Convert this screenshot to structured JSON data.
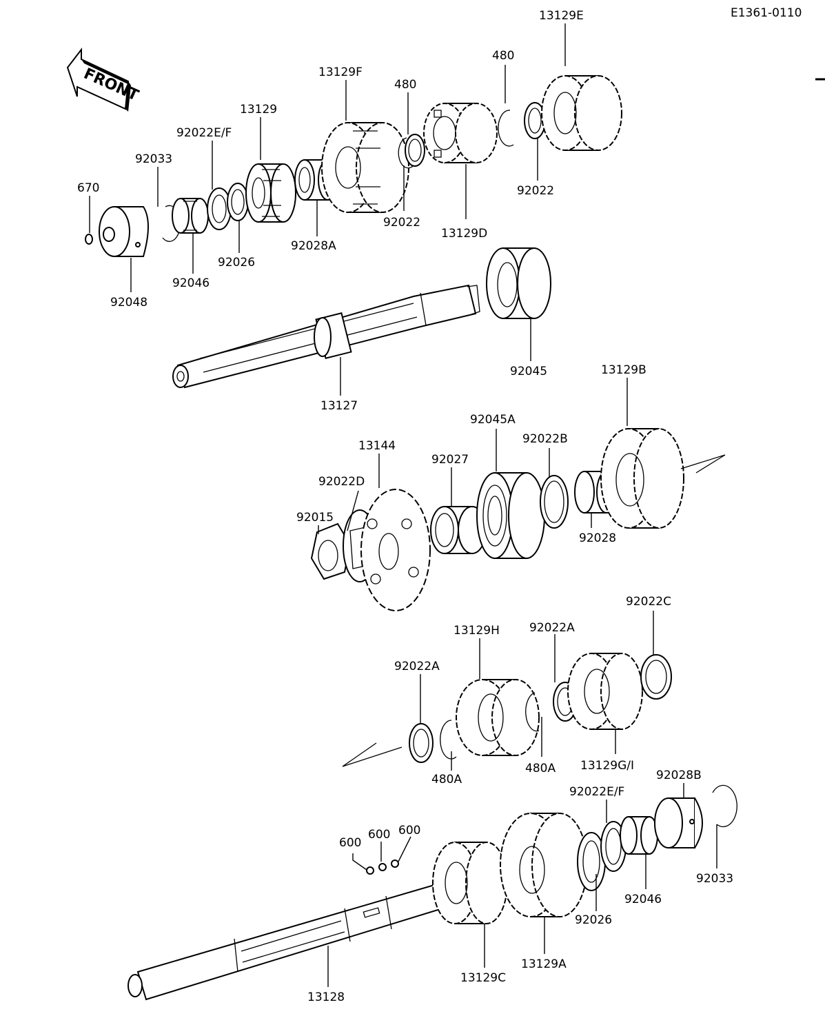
{
  "diagram_code": "E1361-0110",
  "front_label": "FRONT",
  "labels": {
    "l_13129E": "13129E",
    "l_480_top": "480",
    "l_13129F": "13129F",
    "l_480_mid": "480",
    "l_13129": "13129",
    "l_92022EF_top": "92022E/F",
    "l_92033_top": "92033",
    "l_670": "670",
    "l_92022_right": "92022",
    "l_92022_mid": "92022",
    "l_13129D": "13129D",
    "l_92028A": "92028A",
    "l_92026_top": "92026",
    "l_92046_top": "92046",
    "l_92048": "92048",
    "l_92045": "92045",
    "l_13127": "13127",
    "l_13129B": "13129B",
    "l_92045A": "92045A",
    "l_92022B": "92022B",
    "l_13144": "13144",
    "l_92027": "92027",
    "l_92022D": "92022D",
    "l_92015": "92015",
    "l_92028": "92028",
    "l_92022C": "92022C",
    "l_13129H": "13129H",
    "l_92022A_right": "92022A",
    "l_92022A_left": "92022A",
    "l_480A_right": "480A",
    "l_480A_left": "480A",
    "l_13129GI": "13129G/I",
    "l_92022EF_bot": "92022E/F",
    "l_92028B": "92028B",
    "l_600_a": "600",
    "l_600_b": "600",
    "l_600_c": "600",
    "l_92033_bot": "92033",
    "l_92046_bot": "92046",
    "l_92026_bot": "92026",
    "l_13129C": "13129C",
    "l_13129A": "13129A",
    "l_13128": "13128"
  }
}
